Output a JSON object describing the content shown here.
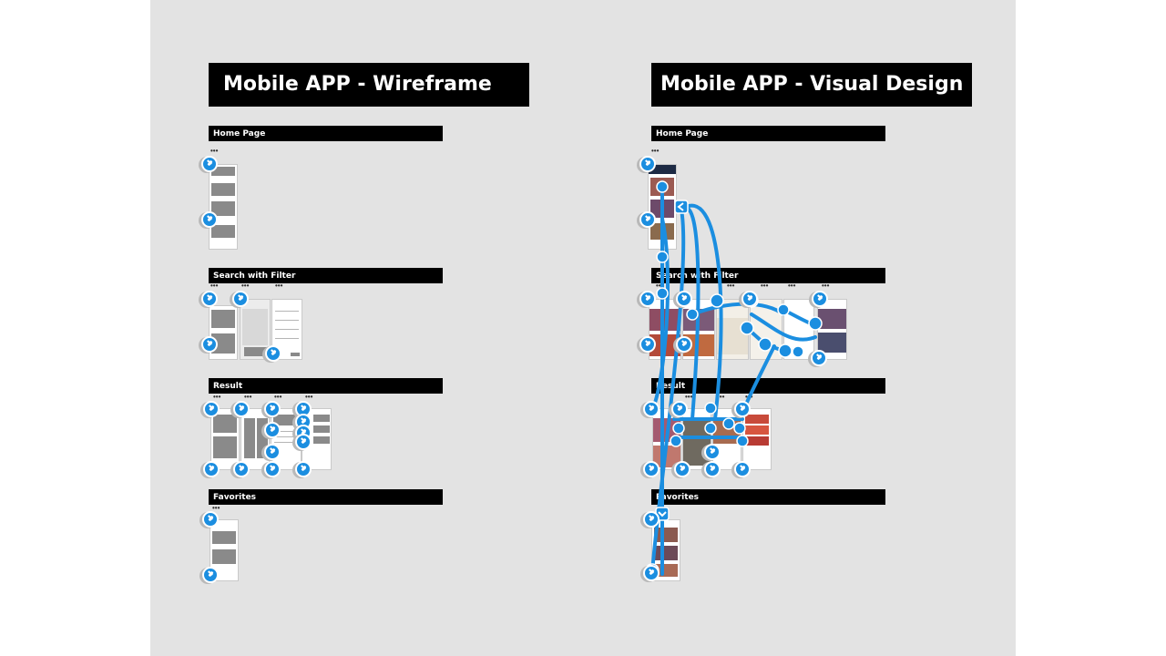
{
  "left": {
    "title": "Mobile APP - Wireframe",
    "sections": [
      {
        "label": "Home Page"
      },
      {
        "label": "Search with Filter"
      },
      {
        "label": "Result"
      },
      {
        "label": "Favorites"
      }
    ]
  },
  "right": {
    "title": "Mobile APP - Visual Design",
    "sections": [
      {
        "label": "Home Page"
      },
      {
        "label": "Search with Filter"
      },
      {
        "label": "Result"
      },
      {
        "label": "Favorites"
      }
    ]
  },
  "more_dots": "•••",
  "icons": {
    "pin": "pin-icon",
    "connector_arrow": "chevron-icon"
  },
  "colors": {
    "canvas": "#e3e3e3",
    "title_bar": "#000000",
    "accent": "#1b8ee0",
    "wireframe_block": "#8a8a8a"
  }
}
